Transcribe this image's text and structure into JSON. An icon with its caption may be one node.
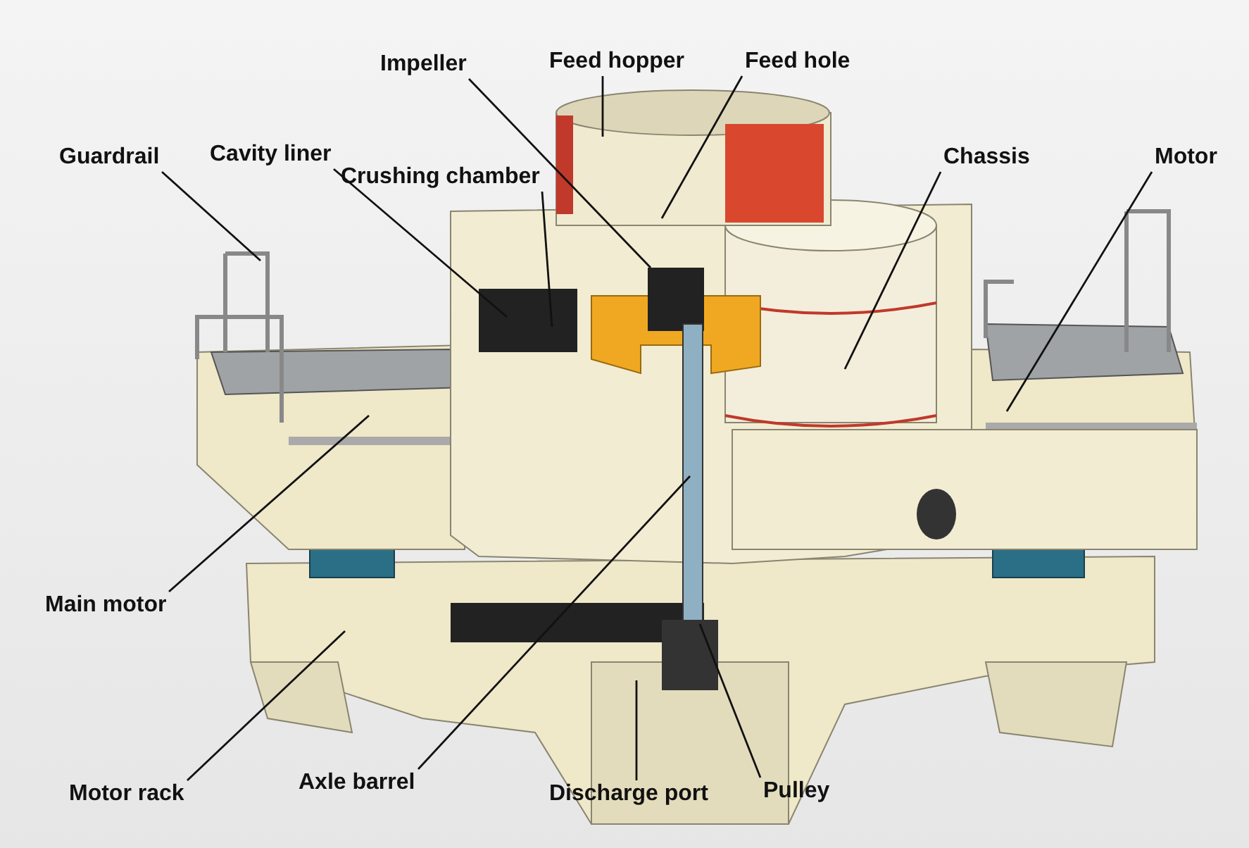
{
  "diagram": {
    "nodes": [
      {
        "text": [
          "Impeller"
        ]
      },
      {
        "text": [
          "Feed hopper"
        ]
      },
      {
        "text": [
          "Feed hole"
        ]
      },
      {
        "text": [
          "Guardrail"
        ]
      },
      {
        "text": [
          "Cavity liner"
        ]
      },
      {
        "text": [
          "Crushing chamber"
        ]
      },
      {
        "text": [
          "Chassis"
        ]
      },
      {
        "text": [
          "Motor"
        ]
      },
      {
        "text": [
          "Main motor"
        ]
      },
      {
        "text": [
          "Motor rack"
        ]
      },
      {
        "text": [
          "Axle barrel"
        ]
      },
      {
        "text": [
          "Discharge port"
        ]
      },
      {
        "text": [
          "Pulley"
        ]
      }
    ],
    "edges": [
      {
        "from": 0,
        "to": null,
        "arrow": "none"
      },
      {
        "from": 1,
        "to": null,
        "arrow": "none"
      },
      {
        "from": 2,
        "to": null,
        "arrow": "none"
      },
      {
        "from": 3,
        "to": null,
        "arrow": "none"
      },
      {
        "from": 4,
        "to": null,
        "arrow": "none"
      },
      {
        "from": 5,
        "to": null,
        "arrow": "none"
      },
      {
        "from": 6,
        "to": null,
        "arrow": "none"
      },
      {
        "from": 7,
        "to": null,
        "arrow": "none"
      },
      {
        "from": 8,
        "to": null,
        "arrow": "none"
      },
      {
        "from": 9,
        "to": null,
        "arrow": "none"
      },
      {
        "from": 10,
        "to": null,
        "arrow": "none"
      },
      {
        "from": 11,
        "to": null,
        "arrow": "none"
      },
      {
        "from": 12,
        "to": null,
        "arrow": "none"
      }
    ]
  }
}
